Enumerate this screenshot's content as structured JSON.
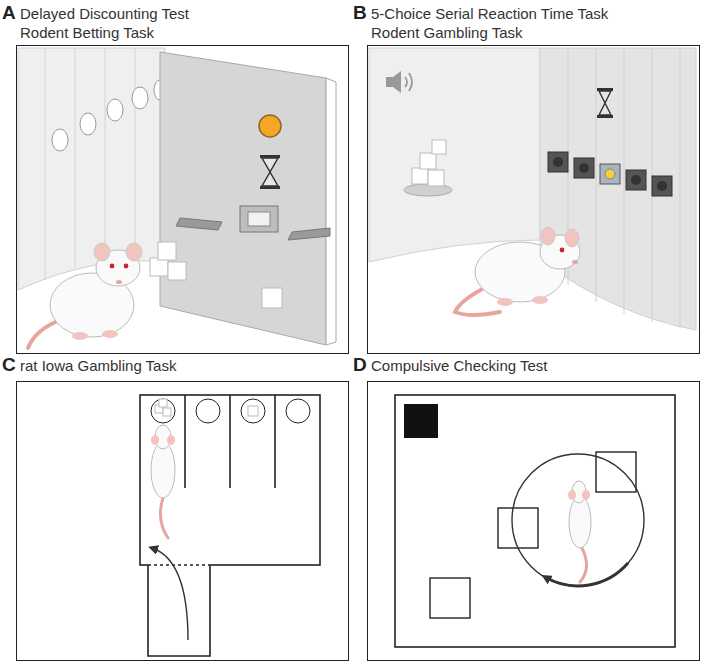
{
  "diagram": {
    "nodes": [
      {
        "text": [
          "A",
          "Delayed Discounting Test",
          "Rodent Betting Task"
        ]
      },
      {
        "text": [
          "B",
          "5-Choice Serial Reaction Time Task",
          "Rodent Gambling Task"
        ]
      },
      {
        "text": [
          "C",
          "rat Iowa Gambling Task"
        ]
      },
      {
        "text": [
          "D",
          "Compulsive Checking Test"
        ]
      }
    ]
  }
}
